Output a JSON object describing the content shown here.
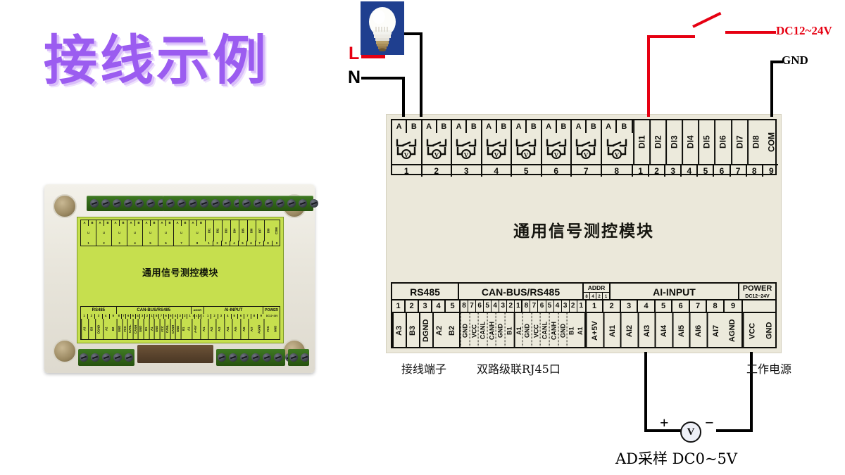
{
  "title": "接线示例",
  "colors": {
    "title_purple": "#9b5cf0",
    "title_shadow": "#d9bdfa",
    "wire_black": "#000000",
    "wire_red": "#e60012",
    "module_body": "#ebe8da",
    "terminal_fill": "#eceadc",
    "pcb_green": "#c6df4e",
    "connector_green": "#2f6417"
  },
  "photo": {
    "name": "product-photo",
    "board_title": "通用信号测控模块",
    "top_labels_ab": [
      "A",
      "B",
      "A",
      "B",
      "A",
      "B",
      "A",
      "B",
      "A",
      "B",
      "A",
      "B",
      "A",
      "B",
      "A",
      "B"
    ],
    "relay_numbers": [
      "1",
      "2",
      "3",
      "4",
      "5",
      "6",
      "7",
      "8"
    ],
    "di_labels": [
      "DI1",
      "DI2",
      "DI3",
      "DI4",
      "DI5",
      "DI6",
      "DI7",
      "DI8",
      "COM"
    ],
    "di_numbers": [
      "1",
      "2",
      "3",
      "4",
      "5",
      "6",
      "7",
      "8",
      "9"
    ],
    "groups": [
      "RS485",
      "CAN-BUS/RS485",
      "ADDR",
      "AI-INPUT",
      "POWER"
    ],
    "power_sub": "DC12~24V",
    "addr_bits": [
      "8",
      "4",
      "2",
      "1"
    ],
    "rs485_numbers": [
      "1",
      "2",
      "3",
      "4",
      "5"
    ],
    "rs485_signals": [
      "A3",
      "B3",
      "DGND",
      "A2",
      "B2"
    ],
    "can_numbers": [
      "8",
      "7",
      "6",
      "5",
      "4",
      "3",
      "2",
      "1",
      "8",
      "7",
      "6",
      "5",
      "4",
      "3",
      "2",
      "1"
    ],
    "can_signals": [
      "GND",
      "VCC",
      "CANL",
      "CANH",
      "GND",
      "B1",
      "A1",
      "GND",
      "VCC",
      "CANL",
      "CANH",
      "GND",
      "B1",
      "A1"
    ],
    "ai_numbers": [
      "1",
      "2",
      "3",
      "4",
      "5",
      "6",
      "7",
      "8",
      "9"
    ],
    "ai_signals": [
      "A+5V",
      "AI1",
      "AI2",
      "AI3",
      "AI4",
      "AI5",
      "AI6",
      "AI7",
      "AGND"
    ],
    "power_signals": [
      "VCC",
      "GND"
    ]
  },
  "module": {
    "name": "signal-control-module",
    "title": "通用信号测控模块",
    "relay": {
      "group_label": "relay-outputs",
      "ab_labels": [
        "A",
        "B",
        "A",
        "B",
        "A",
        "B",
        "A",
        "B",
        "A",
        "B",
        "A",
        "B",
        "A",
        "B",
        "A",
        "B"
      ],
      "numbers": [
        "1",
        "2",
        "3",
        "4",
        "5",
        "6",
        "7",
        "8"
      ],
      "symbol": "normally-open-contact-with-coil",
      "coil_glyph": "V"
    },
    "digital_input": {
      "labels": [
        "DI1",
        "DI2",
        "DI3",
        "DI4",
        "DI5",
        "DI6",
        "DI7",
        "DI8",
        "COM"
      ],
      "numbers": [
        "1",
        "2",
        "3",
        "4",
        "5",
        "6",
        "7",
        "8",
        "9"
      ]
    },
    "rs485": {
      "header": "RS485",
      "numbers": [
        "1",
        "2",
        "3",
        "4",
        "5"
      ],
      "signals": [
        "A3",
        "B3",
        "DGND",
        "A2",
        "B2"
      ]
    },
    "canbus": {
      "header": "CAN-BUS/RS485",
      "numbers": [
        "8",
        "7",
        "6",
        "5",
        "4",
        "3",
        "2",
        "1",
        "8",
        "7",
        "6",
        "5",
        "4",
        "3",
        "2",
        "1"
      ],
      "signals": [
        "GND",
        "VCC",
        "CANL",
        "CANH",
        "GND",
        "B1",
        "A1",
        "GND",
        "VCC",
        "CANL",
        "CANH",
        "GND",
        "B1",
        "A1"
      ]
    },
    "addr": {
      "header": "ADDR",
      "bits": [
        "8",
        "4",
        "2",
        "1"
      ]
    },
    "ai_input": {
      "header": "AI-INPUT",
      "numbers": [
        "1",
        "2",
        "3",
        "4",
        "5",
        "6",
        "7",
        "8",
        "9"
      ],
      "signals": [
        "A+5V",
        "AI1",
        "AI2",
        "AI3",
        "AI4",
        "AI5",
        "AI6",
        "AI7",
        "AGND"
      ]
    },
    "power": {
      "header": "POWER",
      "sub": "DC12~24V",
      "signals": [
        "VCC",
        "GND"
      ]
    }
  },
  "annotations": {
    "lamp_live": "L",
    "lamp_neutral": "N",
    "dc_supply": "DC12~24V",
    "gnd": "GND",
    "terminal_block": "接线端子",
    "rj45_port": "双路级联RJ45口",
    "working_power": "工作电源",
    "ad_sample": "AD采样  DC0~5V",
    "meter_plus": "+",
    "meter_minus": "−",
    "meter_glyph": "V"
  }
}
